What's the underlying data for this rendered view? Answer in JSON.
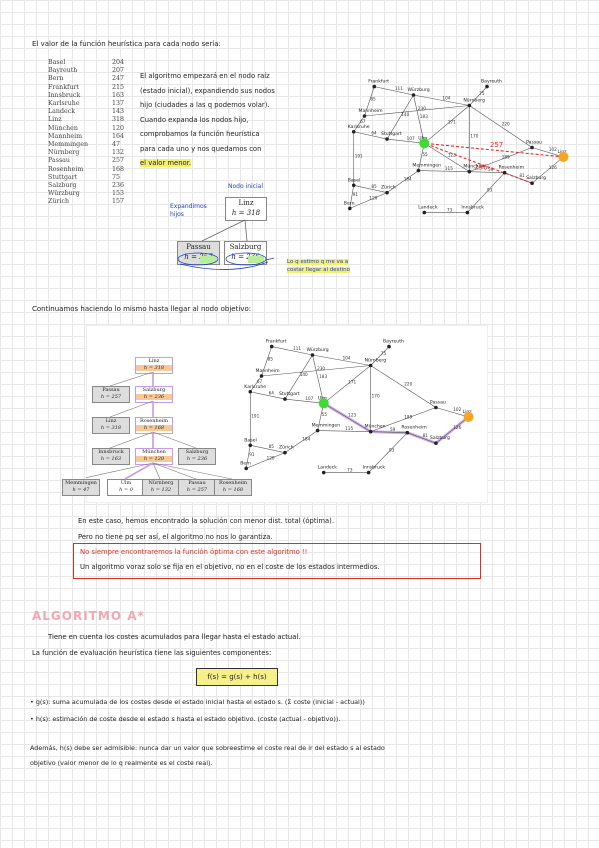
{
  "intro": "El valor de la función heurística para cada nodo sería:",
  "heuristic_table": [
    [
      "Basel",
      "204"
    ],
    [
      "Bayreuth",
      "207"
    ],
    [
      "Bern",
      "247"
    ],
    [
      "Frankfurt",
      "215"
    ],
    [
      "Innsbruck",
      "163"
    ],
    [
      "Karlsruhe",
      "137"
    ],
    [
      "Landeck",
      "143"
    ],
    [
      "Linz",
      "318"
    ],
    [
      "München",
      "120"
    ],
    [
      "Mannheim",
      "164"
    ],
    [
      "Memmingen",
      "47"
    ],
    [
      "Nürnberg",
      "132"
    ],
    [
      "Passau",
      "257"
    ],
    [
      "Rosenheim",
      "168"
    ],
    [
      "Stuttgart",
      "75"
    ],
    [
      "Salzburg",
      "236"
    ],
    [
      "Würzburg",
      "153"
    ],
    [
      "Zürich",
      "157"
    ]
  ],
  "explanation": [
    "El algoritmo empezará en el nodo raíz",
    "(estado inicial), expandiendo sus nodos",
    "hijo (ciudades a las q podemos volar).",
    "Cuando expanda los nodos hijo,",
    "comprobamos la función heurística",
    "para cada uno y nos quedamos con",
    "el valor menor."
  ],
  "tree1": {
    "root_name": "Linz",
    "root_h": "h = 318",
    "child1_name": "Passau",
    "child1_h": "h = 257",
    "child2_name": "Salzburg",
    "child2_h": "h = 236",
    "label_root": "Nodo inicial",
    "label_expand": "Expandimos hijos",
    "label_note1": "Lo q estimo q me va a",
    "label_note2": "costar llegar al destino"
  },
  "map_labels": {
    "cities": [
      "Frankfurt",
      "Bayreuth",
      "Würzburg",
      "Nürnberg",
      "Mannheim",
      "Karlsruhe",
      "Stuttgart",
      "Ulm",
      "Memmingen",
      "München",
      "Passau",
      "Linz",
      "Rosenheim",
      "Salzburg",
      "Basel",
      "Zürich",
      "Bern",
      "Landeck",
      "Innsbruck"
    ],
    "edges": [
      "111",
      "104",
      "75",
      "85",
      "230",
      "67",
      "140",
      "183",
      "171",
      "220",
      "64",
      "107",
      "123",
      "102",
      "170",
      "189",
      "191",
      "55",
      "115",
      "59",
      "126",
      "81",
      "85",
      "184",
      "93",
      "120",
      "91",
      "73"
    ],
    "edge_labels_red": [
      "257",
      "236"
    ]
  },
  "continue": "Continuamos haciendo lo mismo hasta llegar al nodo objetivo:",
  "tree2": [
    {
      "name": "Linz",
      "h": "h = 318"
    },
    {
      "name": "Passau",
      "h": "h = 257"
    },
    {
      "name": "Salzburg",
      "h": "h = 236"
    },
    {
      "name": "Linz",
      "h": "h = 318"
    },
    {
      "name": "Rosenheim",
      "h": "h = 168"
    },
    {
      "name": "Innsbruck",
      "h": "h = 163"
    },
    {
      "name": "München",
      "h": "h = 120"
    },
    {
      "name": "Salzburg",
      "h": "h = 236"
    },
    {
      "name": "Memmingen",
      "h": "h = 47"
    },
    {
      "name": "Ulm",
      "h": "h = 0"
    },
    {
      "name": "Nürnberg",
      "h": "h = 132"
    },
    {
      "name": "Passau",
      "h": "h = 257"
    },
    {
      "name": "Rosenheim",
      "h": "h = 168"
    }
  ],
  "summary1": "En este caso, hemos encontrado la solución con menor dist. total (óptima).",
  "summary2": "Pero no tiene pq ser así, el algoritmo no nos lo garantiza.",
  "warn1": "No siempre encontraremos la función óptima con este algoritmo !!",
  "warn2": "Un algoritmo voraz solo se fija en el objetivo, no en el coste de los estados intermedios.",
  "section_title": "ALGORITMO A*",
  "astar_intro": "Tiene en cuenta los costes acumulados para llegar hasta el estado actual.",
  "astar_eval": "La función de evaluación heurística tiene las siguientes componentes:",
  "formula": "f(s) = g(s) + h(s)",
  "bullet_g": "g(s): suma acumulada de los costes desde el estado inicial hasta el estado s. (Σ coste (inicial - actual))",
  "bullet_h": "h(s): estimación de coste desde el estado s hasta el estado objetivo. (coste (actual - objetivo)).",
  "final1": "Además, h(s) debe ser admisible: nunca dar un valor que sobreestime el coste real de ir del estado s al estado",
  "final2": "objetivo (valor menor de lo q realmente es el coste real)."
}
